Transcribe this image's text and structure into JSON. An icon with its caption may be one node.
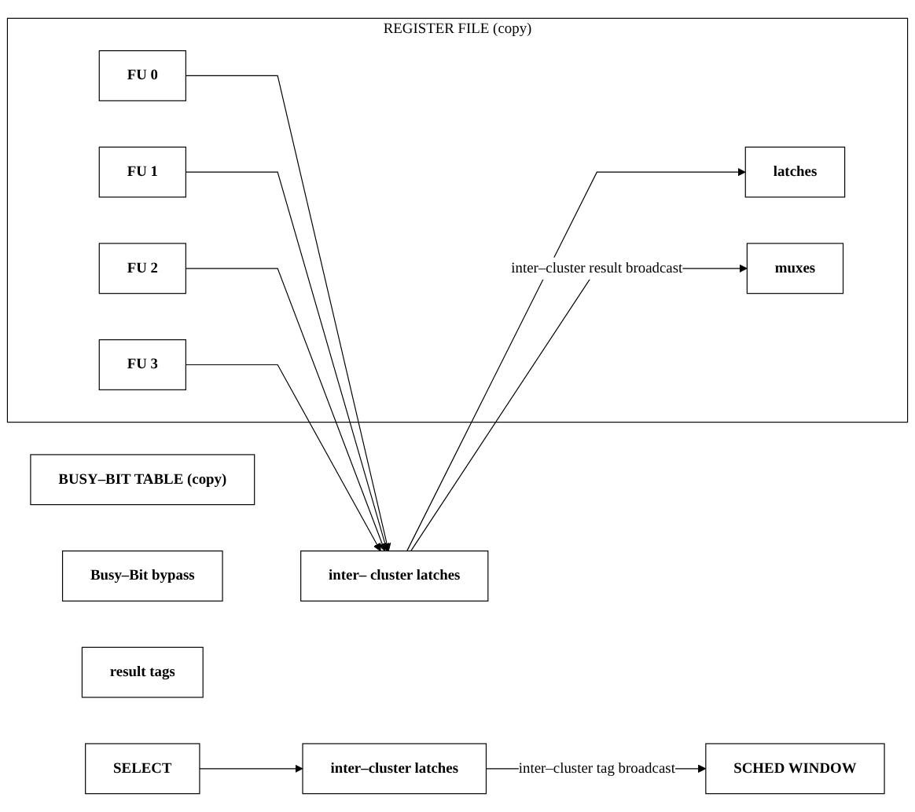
{
  "diagram": {
    "nodes": [
      {
        "text": [
          "BUSY–BIT TABLE (copy)"
        ]
      },
      {
        "text": [
          "Busy–Bit bypass"
        ]
      },
      {
        "text": [
          "SCHED WINDOW"
        ]
      },
      {
        "text": [
          "result tags"
        ]
      },
      {
        "text": [
          "SELECT"
        ]
      },
      {
        "text": [
          "inter–cluster latches"
        ]
      },
      {
        "text": [
          "REGISTER FILE (copy)"
        ]
      },
      {
        "text": [
          "latches"
        ],
        "in": 6
      },
      {
        "text": [
          "muxes"
        ],
        "in": 6
      },
      {
        "text": [
          "FU 0"
        ],
        "in": 6
      },
      {
        "text": [
          "FU 1"
        ],
        "in": 6
      },
      {
        "text": [
          "FU 2"
        ],
        "in": 6
      },
      {
        "text": [
          "FU 3"
        ],
        "in": 6
      },
      {
        "text": [
          "inter– cluster latches"
        ]
      }
    ],
    "edges": [
      {
        "from": 4,
        "to": 5,
        "arrow": "to"
      },
      {
        "from": 5,
        "to": 2,
        "arrow": "to",
        "label": "inter–cluster tag broadcast"
      },
      {
        "from": 13,
        "to": 7,
        "arrow": "to"
      },
      {
        "from": 13,
        "to": 8,
        "arrow": "to",
        "label": "inter–cluster result broadcast"
      },
      {
        "from": 9,
        "to": 13,
        "arrow": "to"
      },
      {
        "from": 10,
        "to": 13,
        "arrow": "to"
      },
      {
        "from": 11,
        "to": 13,
        "arrow": "to"
      },
      {
        "from": 12,
        "to": 13,
        "arrow": "to"
      }
    ]
  }
}
